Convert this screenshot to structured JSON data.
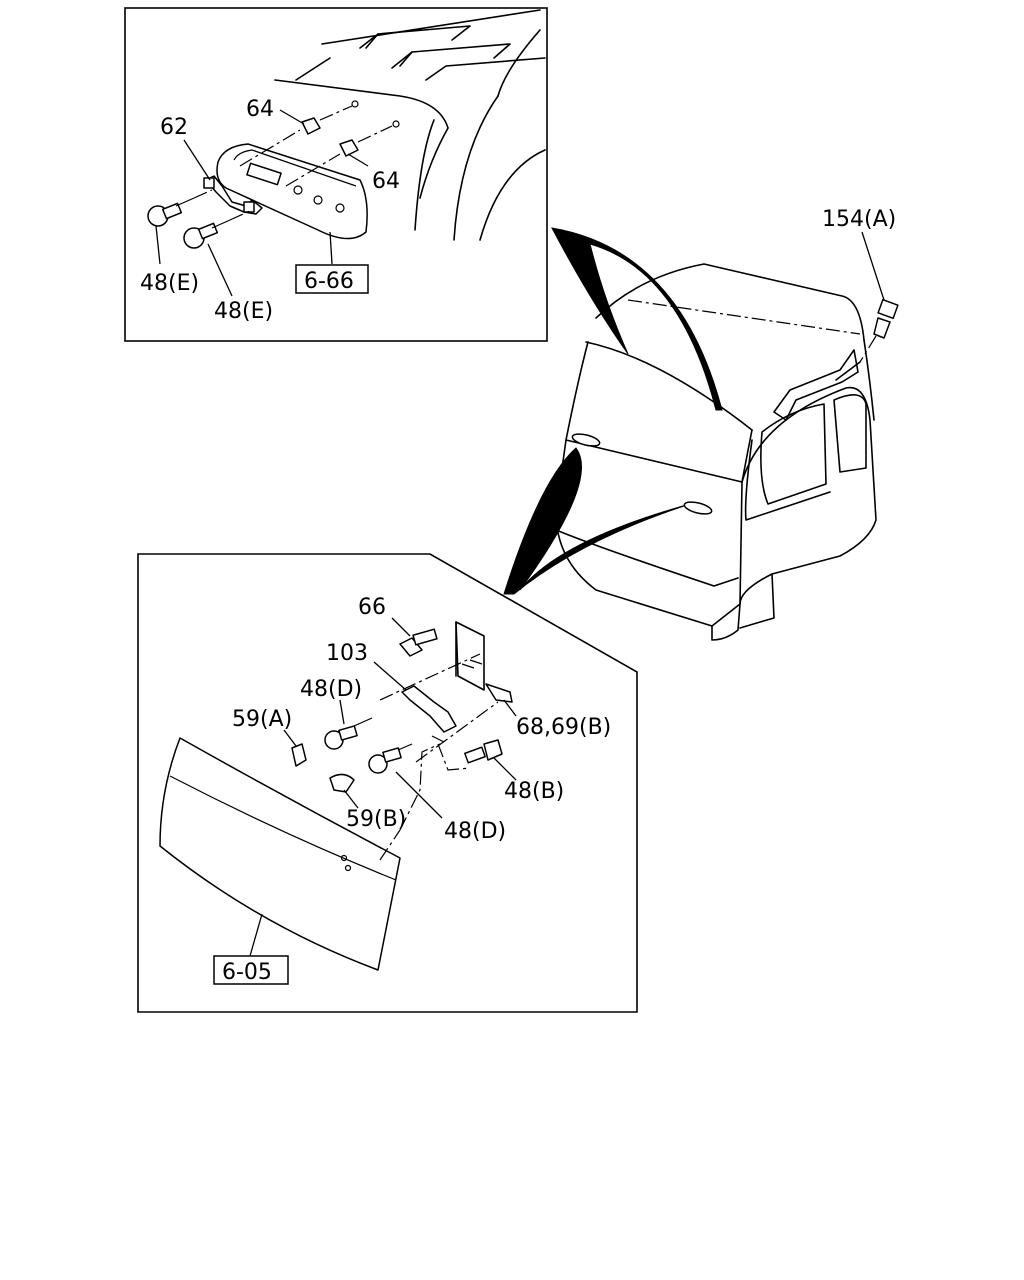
{
  "upper_inset": {
    "callouts": {
      "c64a": "64",
      "c64b": "64",
      "c62": "62",
      "c48e1": "48(E)",
      "c48e2": "48(E)",
      "ref": "6-66"
    }
  },
  "main_view": {
    "callouts": {
      "c154": "154(A)"
    }
  },
  "lower_inset": {
    "callouts": {
      "c66": "66",
      "c103": "103",
      "c48d1": "48(D)",
      "c59a": "59(A)",
      "c6869": "68,69(B)",
      "c48b": "48(B)",
      "c59b": "59(B)",
      "c48d2": "48(D)",
      "ref": "6-05"
    }
  }
}
